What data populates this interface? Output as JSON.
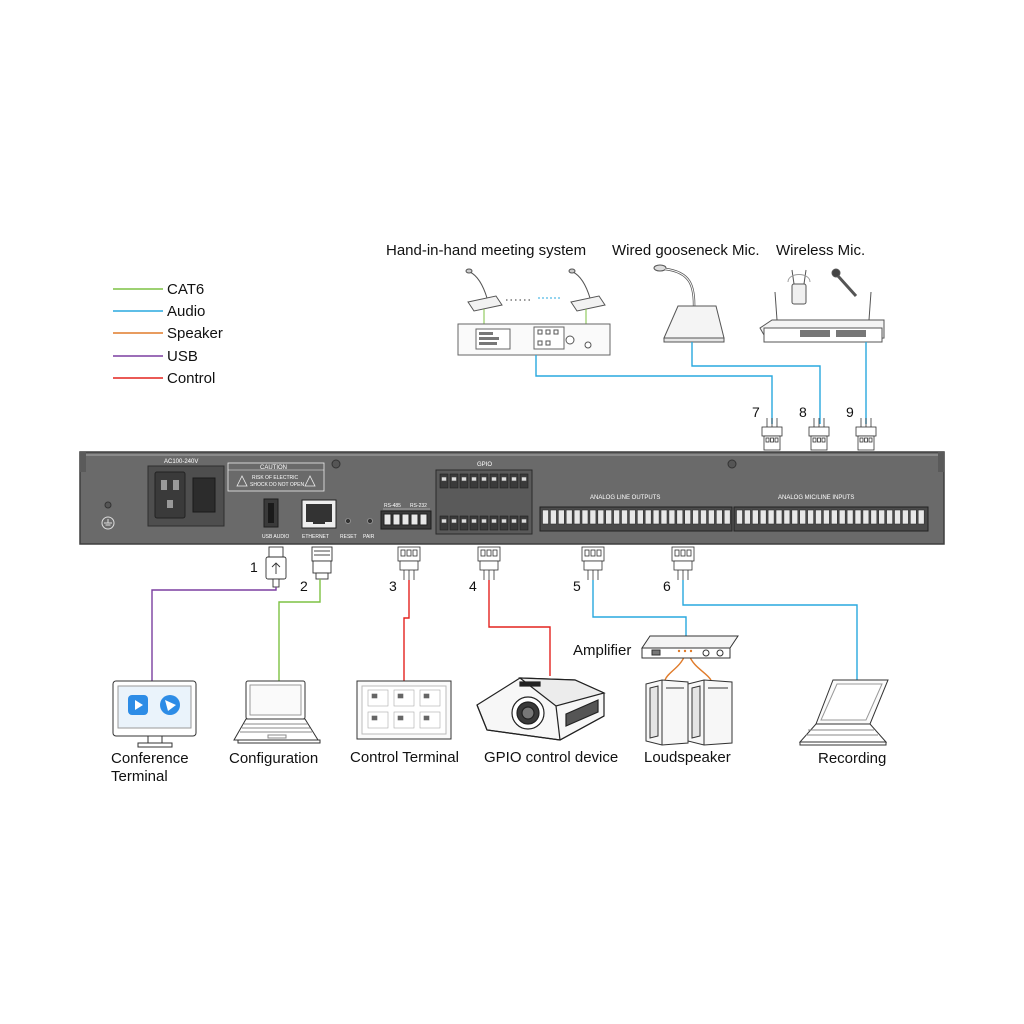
{
  "legend": [
    {
      "label": "CAT6",
      "color": "#7dc243"
    },
    {
      "label": "Audio",
      "color": "#29a9df"
    },
    {
      "label": "Speaker",
      "color": "#e07b2a"
    },
    {
      "label": "USB",
      "color": "#7b3fa0"
    },
    {
      "label": "Control",
      "color": "#e3231f"
    }
  ],
  "top_labels": {
    "hand_in_hand": "Hand-in-hand meeting system",
    "gooseneck": "Wired gooseneck Mic.",
    "wireless": "Wireless Mic."
  },
  "panel": {
    "power": "AC100-240V",
    "caution_title": "CAUTION",
    "caution_line1": "RISK OF ELECTRIC",
    "caution_line2": "SHOCK DO NOT OPEN",
    "usb_audio": "USB AUDIO",
    "ethernet": "ETHERNET",
    "reset": "RESET",
    "pair": "PAIR",
    "rs485": "RS-485",
    "rs232": "RS-232",
    "gpio": "GPIO",
    "analog_out": "ANALOG LINE OUTPUTS",
    "analog_in": "ANALOG MIC/LINE INPUTS"
  },
  "port_numbers": [
    "1",
    "2",
    "3",
    "4",
    "5",
    "6",
    "7",
    "8",
    "9"
  ],
  "devices": {
    "conference": [
      "Conference",
      "Terminal"
    ],
    "configuration": "Configuration",
    "control_terminal": "Control Terminal",
    "gpio_device": "GPIO control device",
    "amplifier": "Amplifier",
    "loudspeaker": "Loudspeaker",
    "recording": "Recording"
  }
}
